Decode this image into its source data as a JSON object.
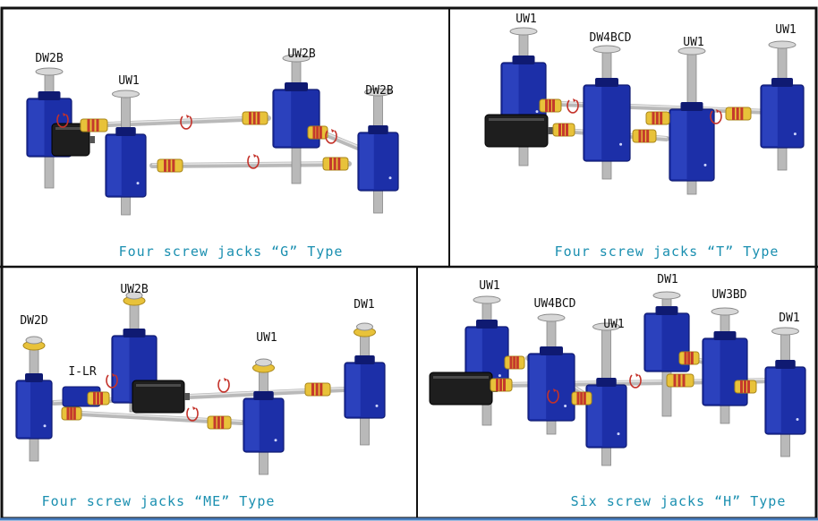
{
  "colors": {
    "frame": "#111111",
    "panel_background": "#ffffff",
    "jack_body": "#1c2fa8",
    "jack_shade": "#0f1a72",
    "jack_highlight": "#3f59d8",
    "shaft": "#b9b9b9",
    "coupling": "#e8c23a",
    "coupling_band": "#c43a2c",
    "motor": "#1e1e1e",
    "rotation_arrow": "#c4322a",
    "caption_text": "#1a8fb0",
    "bottom_rule": "#4a7fc1"
  },
  "panels": [
    {
      "id": "G",
      "caption": "Four screw jacks “G” Type",
      "labels": [
        "DW2B",
        "UW1",
        "UW2B",
        "DW2B"
      ]
    },
    {
      "id": "T",
      "caption": "Four screw jacks “T” Type",
      "labels": [
        "UW1",
        "DW4BCD",
        "UW1",
        "UW1"
      ]
    },
    {
      "id": "ME",
      "caption": "Four screw jacks “ME” Type",
      "labels": [
        "UW2B",
        "DW2D",
        "I-LR",
        "UW1",
        "DW1"
      ]
    },
    {
      "id": "H",
      "caption": "Six screw jacks “H” Type",
      "labels": [
        "UW1",
        "UW4BCD",
        "UW1",
        "DW1",
        "UW3BD",
        "DW1"
      ]
    }
  ]
}
